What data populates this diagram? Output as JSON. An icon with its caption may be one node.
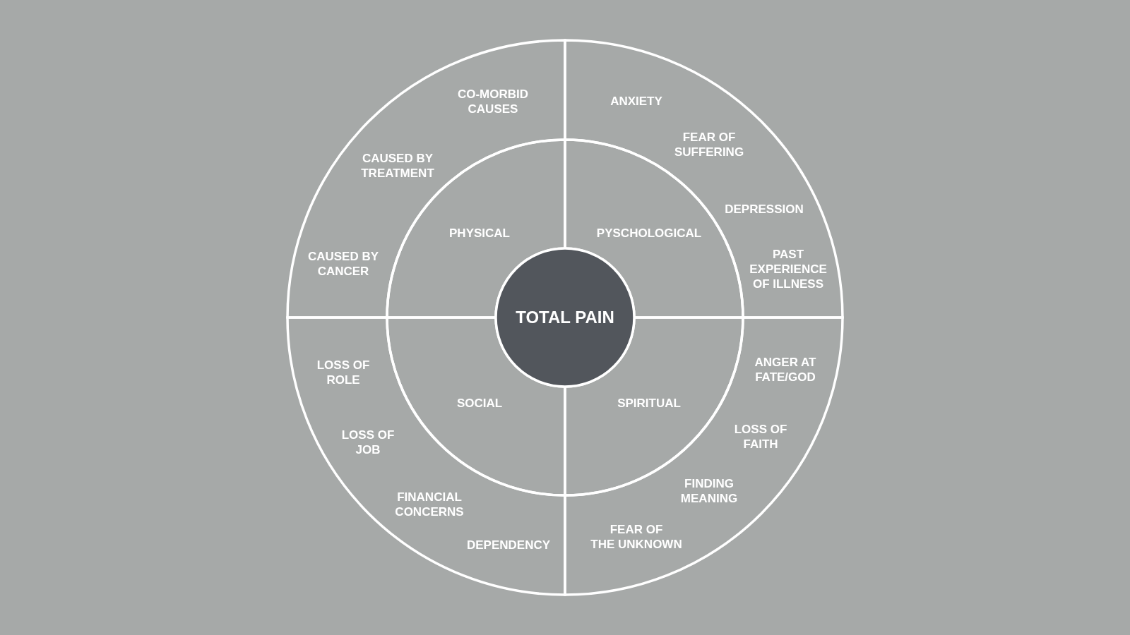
{
  "diagram": {
    "nodes": [
      {
        "text": [
          "CO-MORBID CAUSES",
          "CAUSED BY TREATMENT",
          "CAUSED BY CANCER"
        ]
      },
      {
        "text": [
          "ANXIETY",
          "FEAR OF SUFFERING",
          "DEPRESSION",
          "PAST EXPERIENCE OF ILLNESS"
        ]
      },
      {
        "text": [
          "PHYSICAL"
        ]
      },
      {
        "text": [
          "PYSCHOLOGICAL"
        ]
      },
      {
        "text": [
          "TOTAL PAIN"
        ]
      },
      {
        "text": [
          "SOCIAL"
        ]
      },
      {
        "text": [
          "SPIRITUAL"
        ]
      },
      {
        "text": [
          "LOSS OF ROLE",
          "LOSS OF JOB",
          "FINANCIAL CONCERNS",
          "DEPENDENCY"
        ]
      },
      {
        "text": [
          "ANGER AT FATE/GOD",
          "LOSS OF FAITH",
          "FINDING MEANING",
          "FEAR OF THE UNKNOWN"
        ]
      }
    ],
    "edges": []
  }
}
